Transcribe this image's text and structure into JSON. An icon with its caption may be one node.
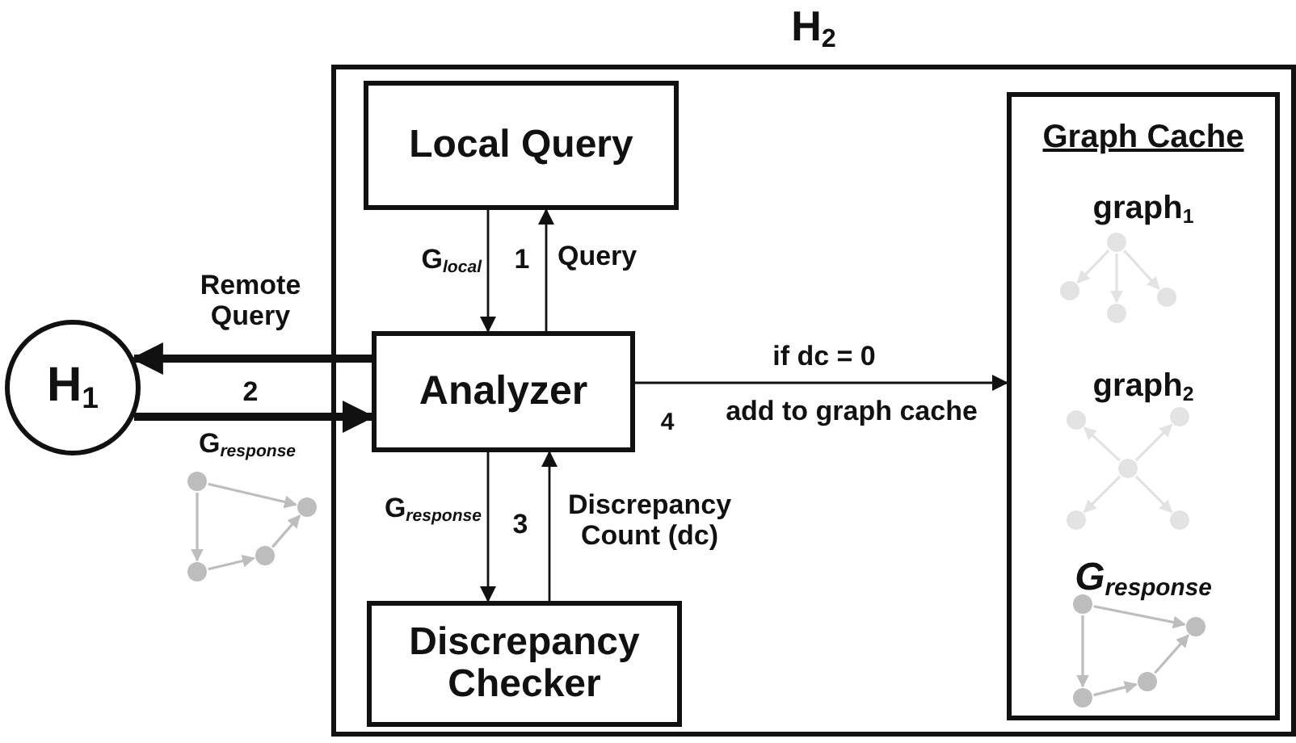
{
  "diagram": {
    "nodes": [
      {
        "text": [
          "H$_{2}$"
        ]
      },
      {
        "text": [
          "Local Query"
        ],
        "in": 0
      },
      {
        "text": [
          "Analyzer"
        ],
        "in": 0
      },
      {
        "text": [
          "Discrepancy Checker"
        ],
        "in": 0
      },
      {
        "text": [
          "Graph Cache",
          "graph$_{1}$",
          "graph$_{2}$",
          "G$_{response}$"
        ],
        "in": 0
      },
      {
        "text": [
          "H$_{1}$"
        ]
      }
    ],
    "edges": [
      {
        "from": 1,
        "to": 2,
        "arrow": "to",
        "label": "G$_{local}$"
      },
      {
        "from": 2,
        "to": 1,
        "arrow": "to",
        "label": "Query"
      },
      {
        "from": 2,
        "to": 5,
        "arrow": "to",
        "label": "Remote Query",
        "style": "thick"
      },
      {
        "from": 5,
        "to": 2,
        "arrow": "to",
        "label": "G$_{response}$",
        "style": "thick"
      },
      {
        "from": 2,
        "to": 3,
        "arrow": "to",
        "label": "G$_{response}$"
      },
      {
        "from": 3,
        "to": 2,
        "arrow": "to",
        "label": "Discrepancy Count (dc)"
      },
      {
        "from": 2,
        "to": 4,
        "arrow": "to",
        "label": "if dc = 0"
      }
    ],
    "labels": [
      "1",
      "2",
      "add to graph cache",
      "4",
      "3"
    ]
  }
}
